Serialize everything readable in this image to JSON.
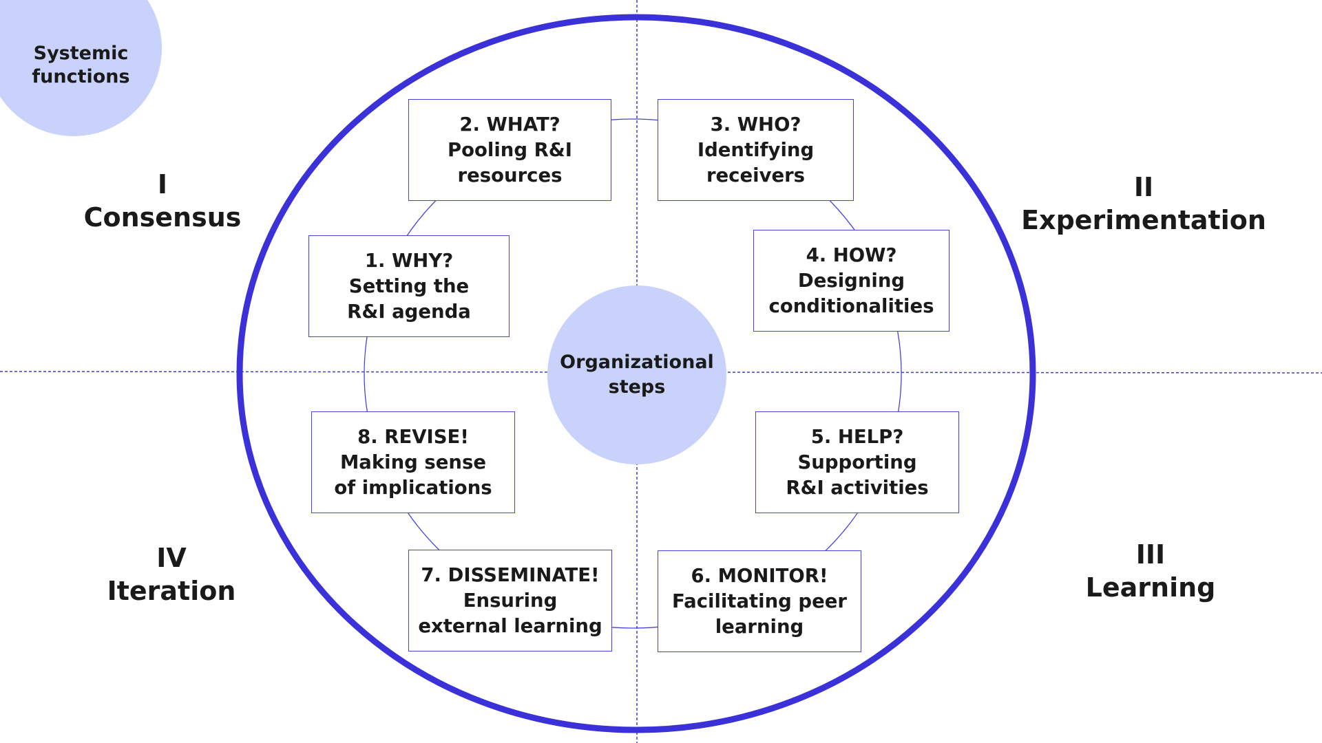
{
  "diagram": {
    "systemic_functions_label": "Systemic\nfunctions",
    "center_label": "Organizational\nsteps",
    "functions": [
      {
        "id": "consensus",
        "label": "I\nConsensus"
      },
      {
        "id": "experimentation",
        "label": "II\nExperimentation"
      },
      {
        "id": "learning",
        "label": "III\nLearning"
      },
      {
        "id": "iteration",
        "label": "IV\nIteration"
      }
    ],
    "steps": [
      {
        "id": "why",
        "label": "1. WHY?\nSetting the\nR&I agenda"
      },
      {
        "id": "what",
        "label": "2. WHAT?\nPooling R&I\nresources"
      },
      {
        "id": "who",
        "label": "3. WHO?\nIdentifying\nreceivers"
      },
      {
        "id": "how",
        "label": "4. HOW?\nDesigning\nconditionalities"
      },
      {
        "id": "help",
        "label": "5. HELP?\nSupporting\nR&I activities"
      },
      {
        "id": "monitor",
        "label": "6. MONITOR!\nFacilitating peer\nlearning"
      },
      {
        "id": "disseminate",
        "label": "7. DISSEMINATE!\nEnsuring\nexternal learning"
      },
      {
        "id": "revise",
        "label": "8. REVISE!\nMaking sense\nof implications"
      }
    ],
    "colors": {
      "ring": "#3a31d8",
      "bubble": "#c8d2fb",
      "box_border": "#4542d9",
      "divider": "#3a3fb8"
    }
  }
}
